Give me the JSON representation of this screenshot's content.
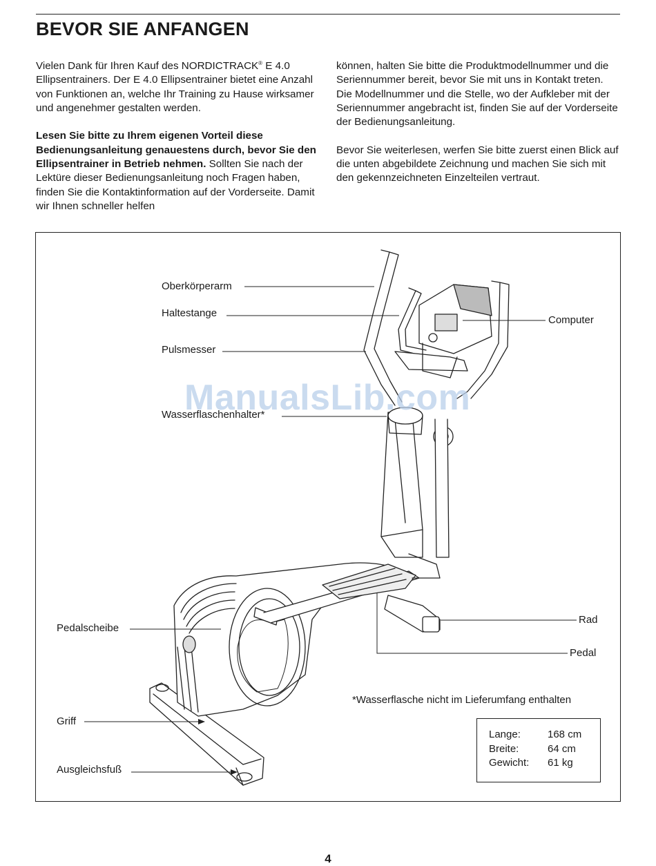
{
  "page": {
    "title": "BEVOR SIE ANFANGEN",
    "number": "4"
  },
  "intro": {
    "p1": [
      "Vielen Dank für Ihren Kauf des NORDICTRACK",
      "®",
      " E 4.0 Ellipsentrainers. Der E 4.0 Ellipsentrainer bietet eine Anzahl von Funktionen an, welche Ihr Training zu Hause wirksamer und angenehmer gestalten werden."
    ],
    "p2_bold": "Lesen Sie bitte zu Ihrem eigenen Vorteil diese Bedienungsanleitung genauestens durch, bevor Sie den Ellipsentrainer in Betrieb nehmen.",
    "p2_rest": " Sollten Sie nach der Lektüre dieser Bedienungsanleitung noch Fragen haben, finden Sie die Kontaktinformation auf der Vorderseite. Damit wir Ihnen schneller helfen",
    "p3": "können, halten Sie bitte die Produktmodellnummer und die Seriennummer bereit, bevor Sie mit uns in Kontakt treten. Die Modellnummer und die Stelle, wo der Aufkleber mit der Seriennummer angebracht ist, finden Sie auf der Vorderseite der Bedienungsanleitung.",
    "p4": "Bevor Sie weiterlesen, werfen Sie bitte zuerst einen Blick auf die unten abgebildete Zeichnung und machen Sie sich mit den gekennzeichneten Einzelteilen vertraut."
  },
  "diagram": {
    "labels": {
      "oberkoerperarm": "Oberkörperarm",
      "haltestange": "Haltestange",
      "pulsmesser": "Pulsmesser",
      "wasserflaschenhalter": "Wasserflaschenhalter*",
      "computer": "Computer",
      "pedalscheibe": "Pedalscheibe",
      "rad": "Rad",
      "pedal": "Pedal",
      "griff": "Griff",
      "ausgleichsfuss": "Ausgleichsfuß"
    },
    "watermark": "ManualsLib.com",
    "footnote": "*Wasserflasche nicht im Lieferumfang enthalten",
    "specs": [
      {
        "key": "Lange:",
        "value": "168 cm"
      },
      {
        "key": "Breite:",
        "value": "64 cm"
      },
      {
        "key": "Gewicht:",
        "value": "61 kg"
      }
    ]
  }
}
